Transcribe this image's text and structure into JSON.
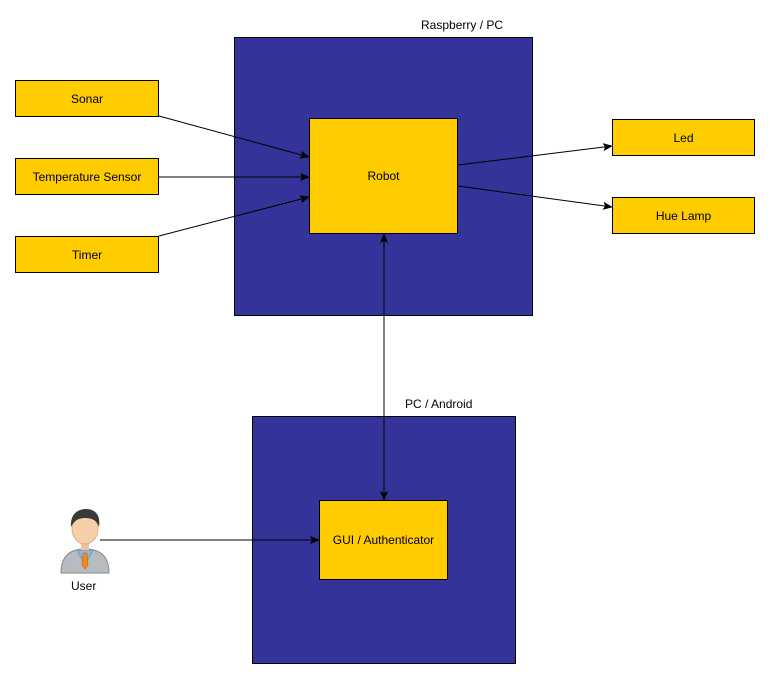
{
  "containers": {
    "raspberry": {
      "label": "Raspberry / PC"
    },
    "android": {
      "label": "PC / Android"
    }
  },
  "nodes": {
    "sonar": "Sonar",
    "temperature": "Temperature Sensor",
    "timer": "Timer",
    "robot": "Robot",
    "led": "Led",
    "hue": "Hue Lamp",
    "gui": "GUI / Authenticator"
  },
  "actor": {
    "label": "User",
    "icon": "user-icon"
  },
  "edges": [
    {
      "from": "Sonar",
      "to": "Robot",
      "direction": "forward"
    },
    {
      "from": "Temperature Sensor",
      "to": "Robot",
      "direction": "forward"
    },
    {
      "from": "Timer",
      "to": "Robot",
      "direction": "forward"
    },
    {
      "from": "Robot",
      "to": "Led",
      "direction": "forward"
    },
    {
      "from": "Robot",
      "to": "Hue Lamp",
      "direction": "forward"
    },
    {
      "from": "Robot",
      "to": "GUI / Authenticator",
      "direction": "both"
    },
    {
      "from": "User",
      "to": "GUI / Authenticator",
      "direction": "forward"
    }
  ],
  "colors": {
    "container": "#333399",
    "node": "#ffcc00",
    "stroke": "#000000"
  }
}
